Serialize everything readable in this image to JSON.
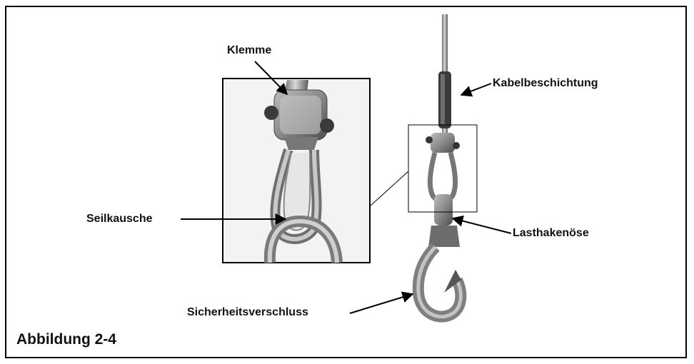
{
  "figure": {
    "caption": "Abbildung 2-4",
    "labels": {
      "clamp": "Klemme",
      "cable_coating": "Kabelbeschichtung",
      "thimble": "Seilkausche",
      "hook_eye": "Lasthakenöse",
      "safety_latch": "Sicherheitsverschluss"
    }
  }
}
